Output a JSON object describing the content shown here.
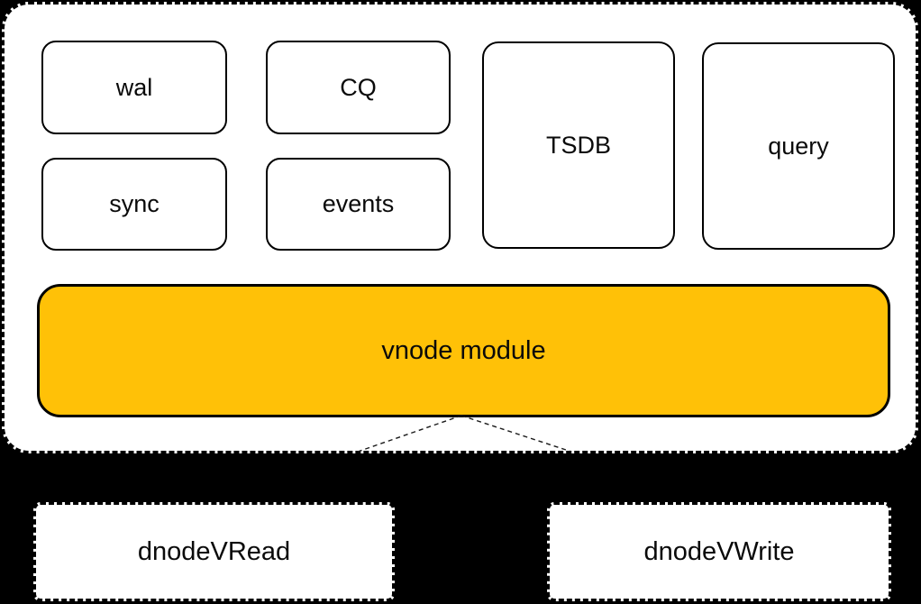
{
  "diagram": {
    "group": {
      "modules": [
        {
          "label": "wal"
        },
        {
          "label": "CQ"
        },
        {
          "label": "sync"
        },
        {
          "label": "events"
        },
        {
          "label": "TSDB"
        },
        {
          "label": "query"
        }
      ],
      "vnode_module": {
        "label": "vnode module"
      }
    },
    "external_nodes": [
      {
        "label": "dnodeVRead"
      },
      {
        "label": "dnodeVWrite"
      }
    ],
    "colors": {
      "background": "#000000",
      "panel": "#FFFFFF",
      "accent": "#FFC107",
      "border": "#000000"
    }
  }
}
